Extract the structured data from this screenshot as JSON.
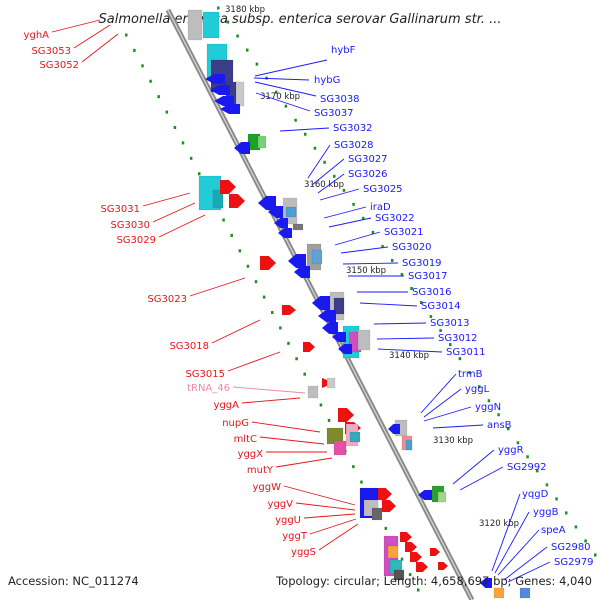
{
  "title": "Salmonella enterica subsp. enterica serovar Gallinarum str. ...",
  "footer": {
    "accession": "Accession: NC_011274",
    "summary": "Topology: circular; Length: 4,658,697 bp; Genes: 4,040"
  },
  "colors": {
    "forward_label": "#1a1aff",
    "reverse_label": "#e8151b",
    "trna_label": "#f08aa0",
    "backbone": "#9a9a9a",
    "gc_ticks": "#1d8f1d"
  },
  "ticks": [
    "3180 kbp",
    "3170 kbp",
    "3160 kbp",
    "3150 kbp",
    "3140 kbp",
    "3130 kbp",
    "3120 kbp"
  ],
  "forward_labels": [
    "hybF",
    "hybG",
    "SG3038",
    "SG3037",
    "SG3032",
    "SG3028",
    "SG3027",
    "SG3026",
    "SG3025",
    "iraD",
    "SG3022",
    "SG3021",
    "SG3020",
    "SG3019",
    "SG3017",
    "SG3016",
    "SG3014",
    "SG3013",
    "SG3012",
    "SG3011",
    "trmB",
    "yggL",
    "yggN",
    "ansB",
    "yggR",
    "SG2992",
    "yqgD",
    "yggB",
    "speA",
    "SG2980",
    "SG2979"
  ],
  "reverse_labels": [
    "yghA",
    "SG3053",
    "SG3052",
    "SG3031",
    "SG3030",
    "SG3029",
    "SG3023",
    "SG3018",
    "SG3015",
    "tRNA_46",
    "yggA",
    "nupG",
    "mltC",
    "yggX",
    "mutY",
    "yggW",
    "yggV",
    "yggU",
    "yggT",
    "yggS"
  ]
}
